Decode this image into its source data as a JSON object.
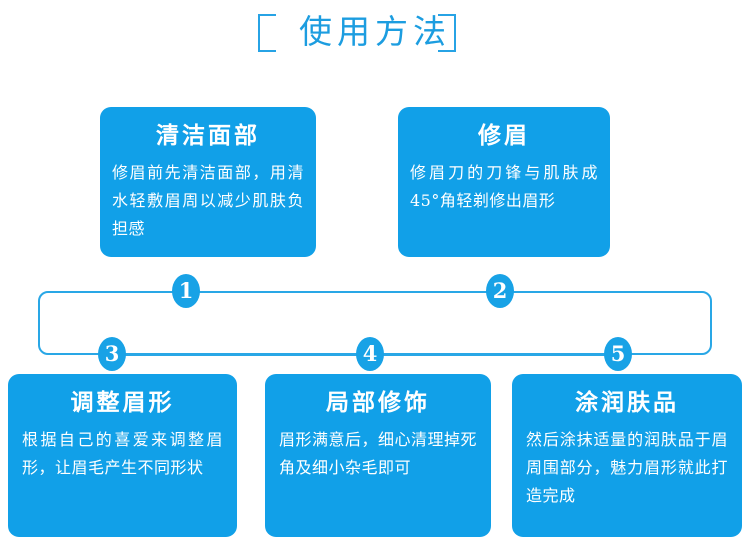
{
  "header": {
    "title": "使用方法",
    "bracket": "decorative-open-rectangle"
  },
  "theme": {
    "card_fill": "#11A0E8",
    "line_color": "#29A7E6",
    "title_color": "#1C9DE0",
    "badge_fill": "#18A2E6",
    "text_color": "#FFFFFF",
    "background": "#FFFFFF"
  },
  "steps": [
    {
      "number": "1",
      "title": "清洁面部",
      "body": "修眉前先清洁面部，用清水轻敷眉周以减少肌肤负担感"
    },
    {
      "number": "2",
      "title": "修眉",
      "body": "修眉刀的刀锋与肌肤成45°角轻剃修出眉形"
    },
    {
      "number": "3",
      "title": "调整眉形",
      "body": "根据自己的喜爱来调整眉形，让眉毛产生不同形状"
    },
    {
      "number": "4",
      "title": "局部修饰",
      "body": "眉形满意后，细心清理掉死角及细小杂毛即可"
    },
    {
      "number": "5",
      "title": "涂润肤品",
      "body": "然后涂抹适量的润肤品于眉周围部分，魅力眉形就此打造完成"
    }
  ]
}
